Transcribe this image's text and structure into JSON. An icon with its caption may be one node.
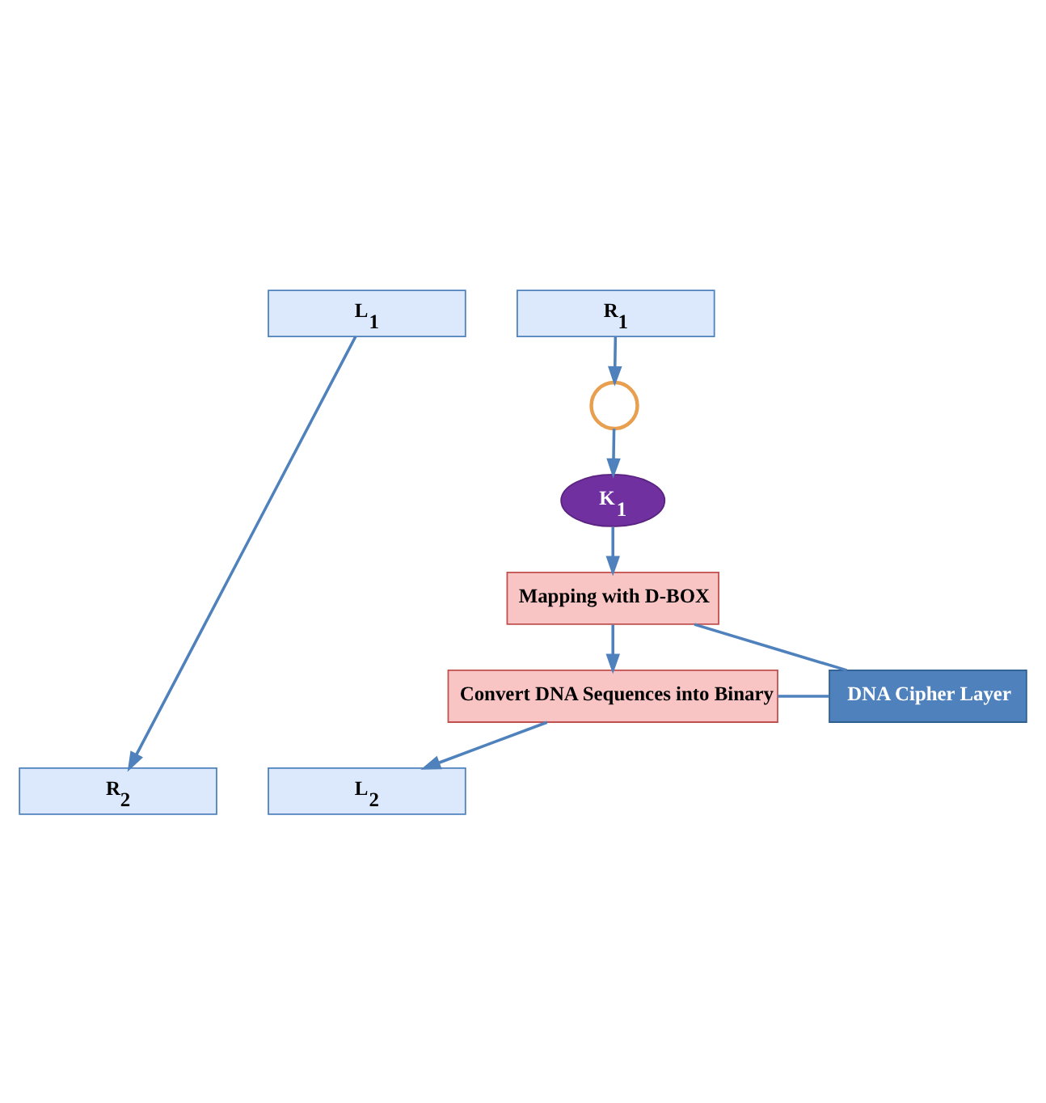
{
  "diagram": {
    "nodes": [
      {
        "text": [
          "L$_{1}$"
        ]
      },
      {
        "text": [
          "R$_{1}$"
        ]
      },
      {
        "text": [],
        "shape": "circle"
      },
      {
        "text": [
          "K$_{1}$"
        ]
      },
      {
        "text": [
          "Mapping with D-BOX"
        ]
      },
      {
        "text": [
          "Convert DNA Sequences into Binary"
        ]
      },
      {
        "text": [
          "DNA Cipher Layer"
        ]
      },
      {
        "text": [
          "L$_{2}$"
        ]
      },
      {
        "text": [
          "R$_{2}$"
        ]
      }
    ],
    "edges": [
      {
        "from": 1,
        "to": 2,
        "arrow": "to"
      },
      {
        "from": 2,
        "to": 3,
        "arrow": "to"
      },
      {
        "from": 3,
        "to": 4,
        "arrow": "to"
      },
      {
        "from": 4,
        "to": 5,
        "arrow": "to"
      },
      {
        "from": 5,
        "to": 7,
        "arrow": "to"
      },
      {
        "from": 0,
        "to": 8,
        "arrow": "to"
      },
      {
        "from": 4,
        "to": 6,
        "arrow": "none"
      },
      {
        "from": 5,
        "to": 6,
        "arrow": "none"
      }
    ]
  }
}
